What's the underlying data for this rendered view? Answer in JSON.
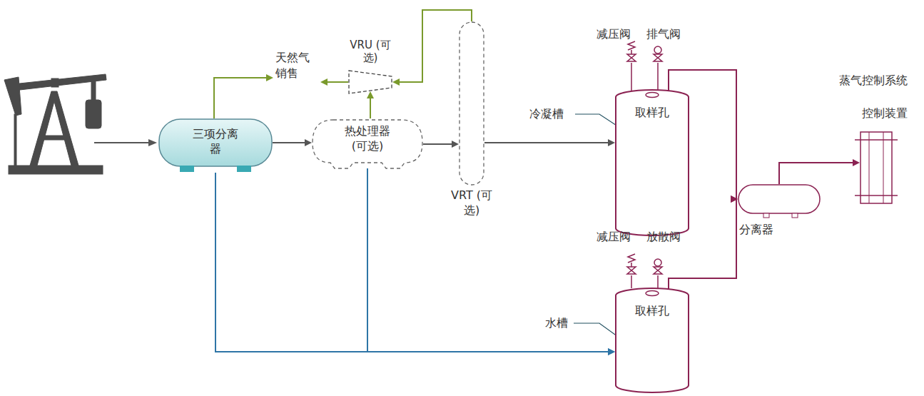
{
  "diagram": {
    "nodes": [
      {
        "text": [
          "三项分离器"
        ]
      },
      {
        "text": [
          "热处理器 (可选)"
        ]
      },
      {
        "text": [
          "VRT (可选)"
        ]
      },
      {
        "text": [
          "VRU (可选)"
        ]
      },
      {
        "text": [
          "天然气 销售"
        ]
      },
      {
        "text": [
          "取样孔"
        ]
      },
      {
        "text": [
          "取样孔"
        ]
      },
      {
        "text": [
          "分离器"
        ]
      },
      {
        "text": [
          "蒸气控制系统 控制装置"
        ]
      }
    ],
    "edges": [
      {
        "from": 0,
        "to": 4,
        "arrow": "to"
      },
      {
        "from": 3,
        "to": 4,
        "arrow": "to"
      },
      {
        "from": 1,
        "to": 3,
        "arrow": "to"
      },
      {
        "from": 2,
        "to": 3,
        "arrow": "to"
      },
      {
        "from": 0,
        "to": 1,
        "arrow": "to"
      },
      {
        "from": 1,
        "to": 2,
        "arrow": "to"
      },
      {
        "from": 2,
        "to": 5,
        "arrow": "to"
      },
      {
        "from": 0,
        "to": 6,
        "arrow": "to"
      },
      {
        "from": 1,
        "to": 6,
        "arrow": "to"
      },
      {
        "from": 5,
        "to": 7,
        "arrow": "to"
      },
      {
        "from": 6,
        "to": 7,
        "arrow": "to"
      },
      {
        "from": 7,
        "to": 8,
        "arrow": "to"
      }
    ],
    "labels": [
      "减压阀",
      "排气阀",
      "冷凝槽",
      "减压阀",
      "放散阀",
      "水槽"
    ]
  }
}
